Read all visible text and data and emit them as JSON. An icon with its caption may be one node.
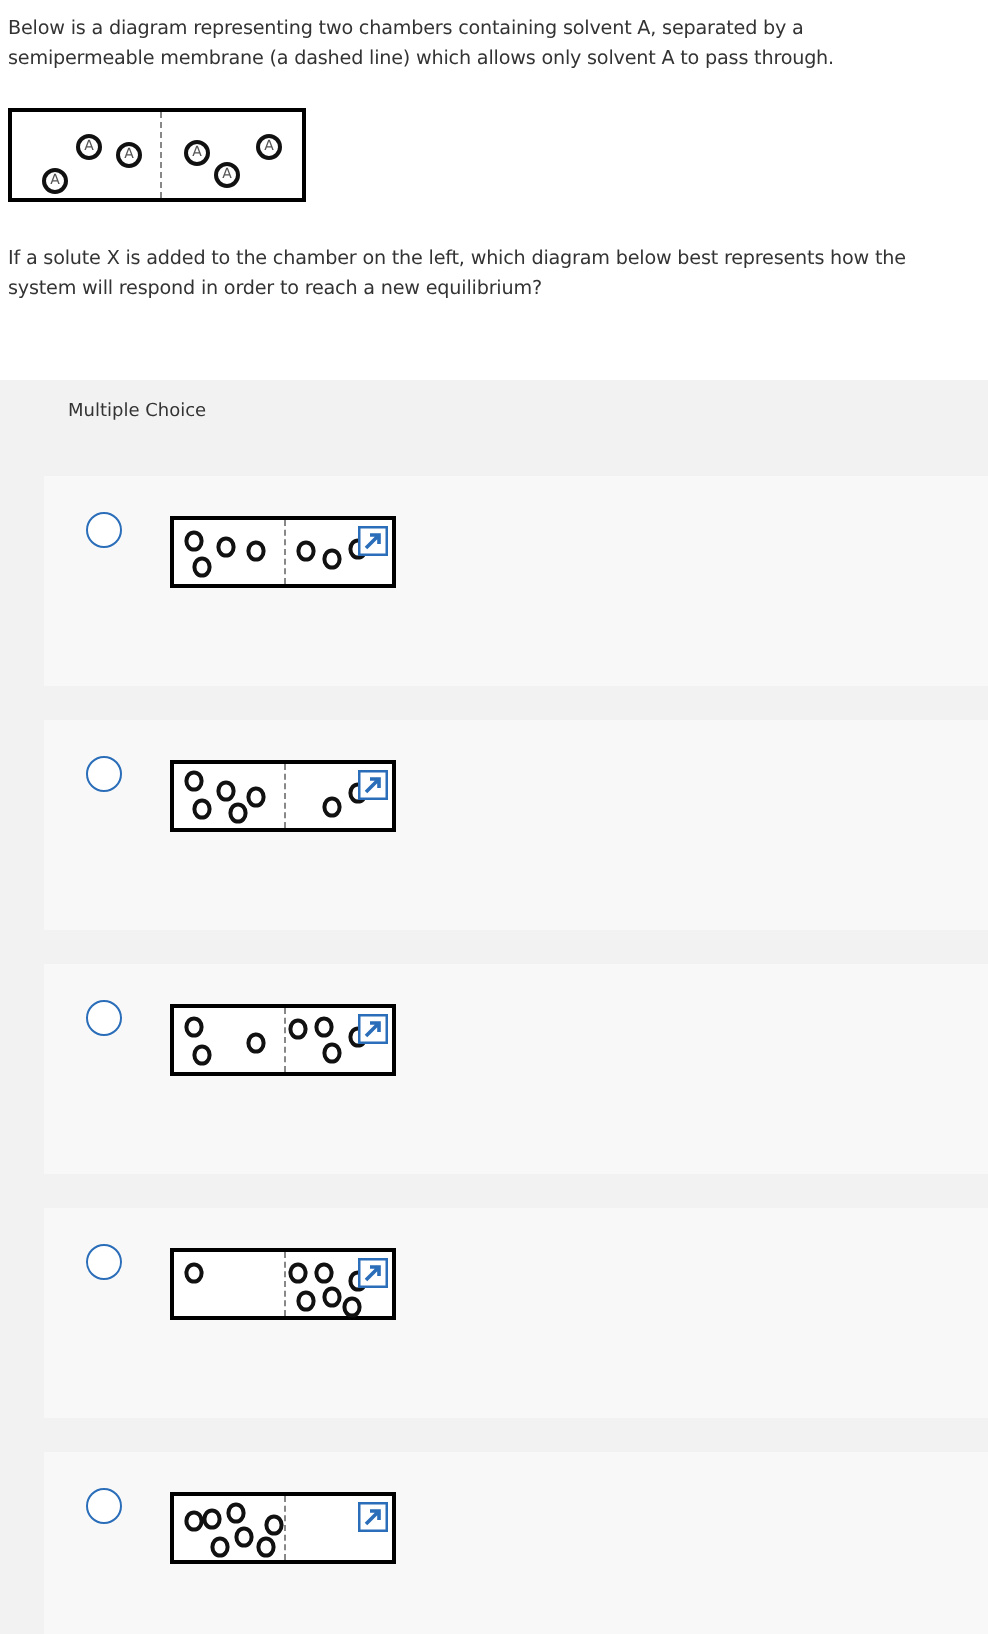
{
  "diagram": {
    "labels": [
      "Below is a diagram representing two chambers containing solvent A, separated by a semipermeable membrane (a dashed line) which allows only solvent A to pass through.",
      "A",
      "A",
      "A",
      "A",
      "A",
      "A",
      "If a solute X is added to the chamber on the left, which diagram below best represents how the system will respond in order to reach a new equilibrium?",
      "Multiple Choice"
    ]
  }
}
